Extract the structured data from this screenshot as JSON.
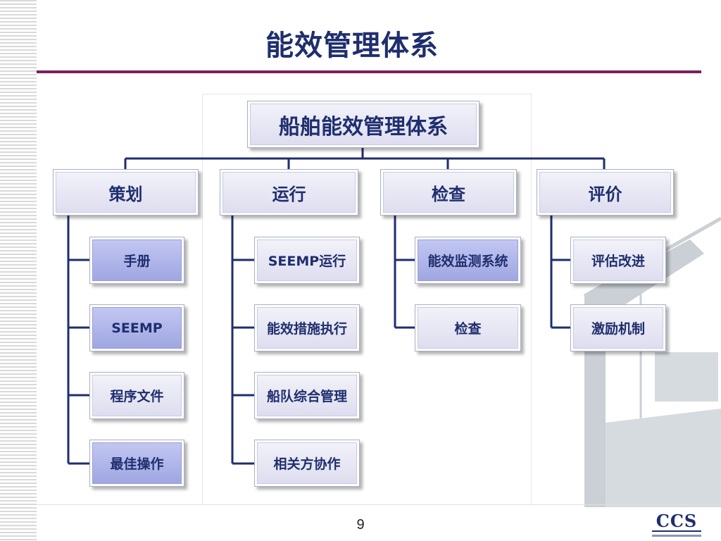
{
  "slide": {
    "title": "能效管理体系",
    "page_number": "9",
    "logo_text": "CCS"
  },
  "chart": {
    "root": "船舶能效管理体系",
    "categories": [
      {
        "label": "策划",
        "items": [
          "手册",
          "SEEMP",
          "程序文件",
          "最佳操作"
        ]
      },
      {
        "label": "运行",
        "items": [
          "SEEMP运行",
          "能效措施执行",
          "船队综合管理",
          "相关方协作"
        ]
      },
      {
        "label": "检查",
        "items": [
          "能效监测系统",
          "检查"
        ]
      },
      {
        "label": "评价",
        "items": [
          "评估改进",
          "激励机制"
        ]
      }
    ]
  },
  "colors": {
    "title": "#1f2e6e",
    "rule": "#7a1f5e",
    "box_fill": "#dcdcef",
    "highlight_fill": "#9da4e0"
  }
}
